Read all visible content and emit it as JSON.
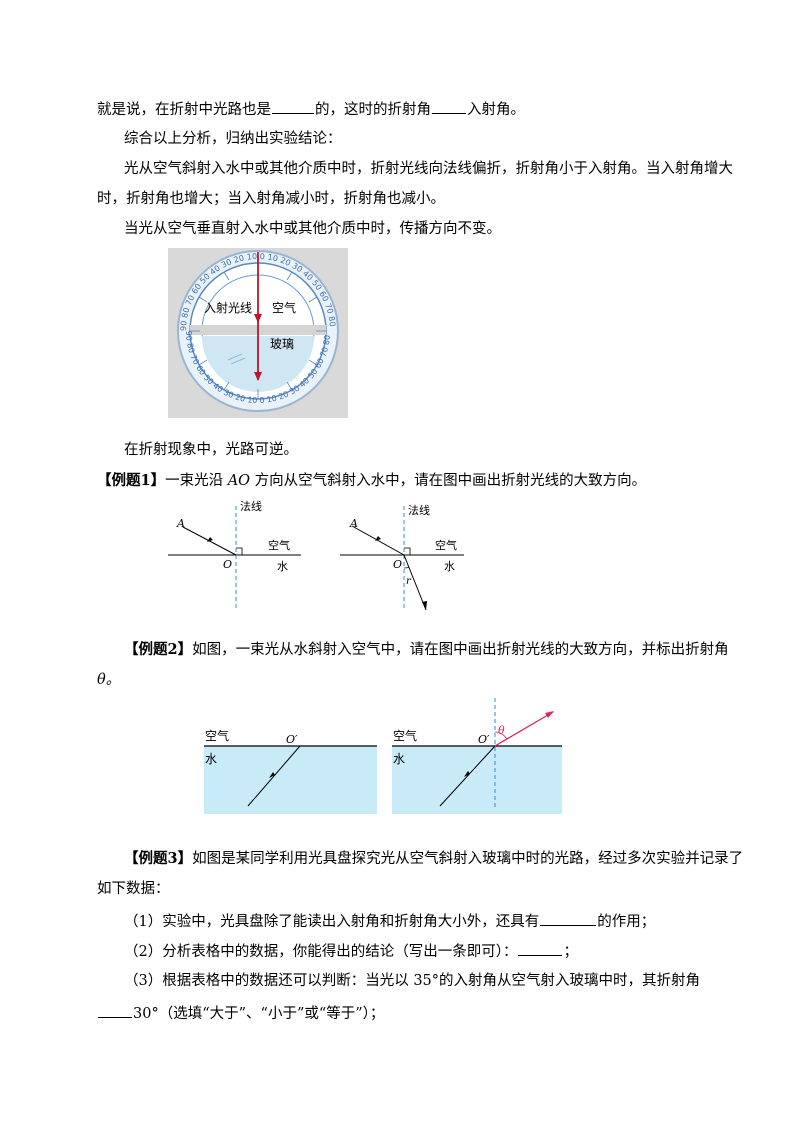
{
  "para1": {
    "a": "就是说，在折射中光路也是",
    "b": "的，这时的折射角",
    "c": "入射角。"
  },
  "para2": "综合以上分析，归纳出实验结论：",
  "para3": {
    "l1": "光从空气斜射入水中或其他介质中时，折射光线向法线偏折，折射角小于入射角。当入射角增大",
    "l2": "时，折射角也增大；当入射角减小时，折射角也减小。"
  },
  "para4": "当光从空气垂直射入水中或其他介质中时，传播方向不变。",
  "disk": {
    "label_incident": "入射光线",
    "label_air": "空气",
    "label_glass": "玻璃",
    "numbers_top": "90 80 70 60 50 40 30 20 10 0 10 20 30 40 50 60 70 80 90",
    "numbers_bottom": "90 80 70 60 50 40 30 20 10 0 10 20 30 40 50 60 70 80 90"
  },
  "para5": "在折射现象中，光路可逆。",
  "ex1": {
    "tag": "【例题1】",
    "text_a": "一束光沿 ",
    "ao": "AO",
    "text_b": " 方向从空气斜射入水中，请在图中画出折射光线的大致方向。"
  },
  "fig1": {
    "normal": "法线",
    "air": "空气",
    "water": "水",
    "a": "A",
    "o": "O",
    "r": "r"
  },
  "ex2": {
    "tag": "【例题2】",
    "text": "如图，一束光从水斜射入空气中，请在图中画出折射光线的大致方向，并标出折射角",
    "theta_line": "θ。"
  },
  "fig2": {
    "air": "空气",
    "water": "水",
    "o": "O′",
    "theta": "θ"
  },
  "ex3": {
    "tag": "【例题3】",
    "l1": "如图是某同学利用光具盘探究光从空气斜射入玻璃中时的光路，经过多次实验并记录了",
    "l2": "如下数据："
  },
  "q1": {
    "a": "（1）实验中，光具盘除了能读出入射角和折射角大小外，还具有",
    "b": "的作用；"
  },
  "q2": {
    "a": "（2）分析表格中的数据，你能得出的结论（写出一条即可）：",
    "b": "；"
  },
  "q3": {
    "l1": "（3）根据表格中的数据还可以判断：当光以 35°的入射角从空气射入玻璃中时，其折射角",
    "l2": "30°（选填“大于”、“小于”或“等于”）；"
  }
}
